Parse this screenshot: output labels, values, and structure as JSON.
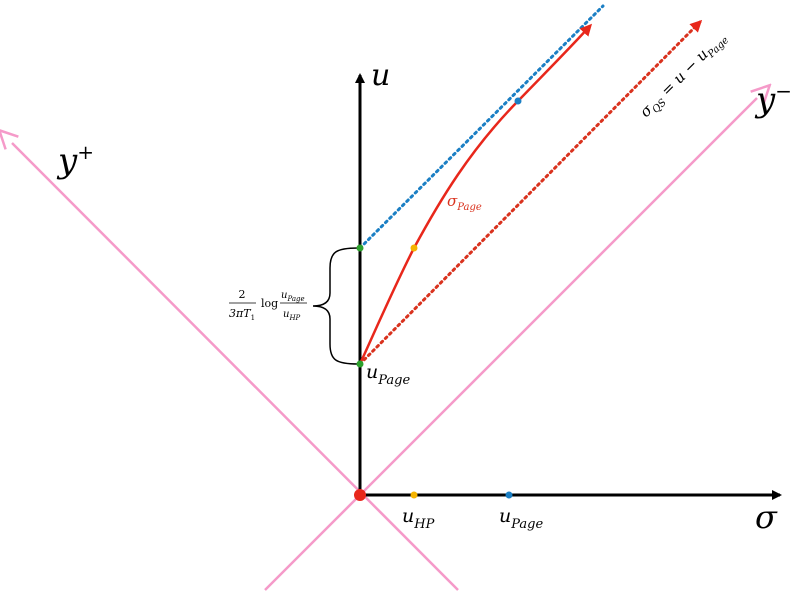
{
  "axes": {
    "u": "u",
    "sigma": "σ",
    "y_plus": {
      "base": "y",
      "sup": "+"
    },
    "y_minus": {
      "base": "y",
      "sup": "−"
    }
  },
  "labels": {
    "u_page_axis": {
      "base": "u",
      "sub": "Page"
    },
    "u_hp_sigma": {
      "base": "u",
      "sub": "HP"
    },
    "u_page_sigma": {
      "base": "u",
      "sub": "Page"
    },
    "sigma_page": {
      "base": "σ",
      "sub": "Page"
    },
    "sigma_qs": {
      "lhs_base": "σ",
      "lhs_sub": "QS",
      "eq": " = u − ",
      "rhs_base": "u",
      "rhs_sub": "Page"
    },
    "brace_formula": {
      "num": "2",
      "den_a": "3πT",
      "den_sub": "1",
      "log": "log",
      "frac_num_base": "u",
      "frac_num_sub": "Page",
      "frac_den_base": "u",
      "frac_den_sub": "HP"
    }
  },
  "colors": {
    "axis": "#000000",
    "light_cone": "#f59ac9",
    "page_curve": "#e8271b",
    "qs_line": "#d9321e",
    "asymptote": "#1b7fc4",
    "green_point": "#2ca02c",
    "orange_point": "#f5b400",
    "blue_point": "#1b7fc4",
    "origin": "#e8271b"
  }
}
